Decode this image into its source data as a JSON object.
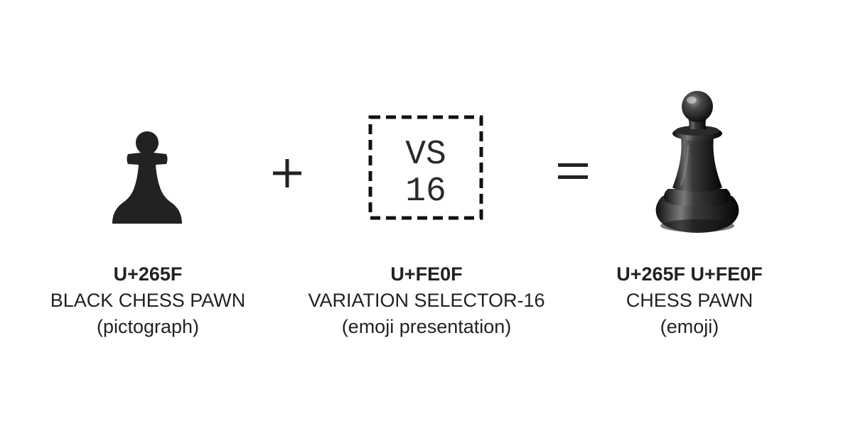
{
  "pictograph": {
    "code": "U+265F",
    "name": "BLACK CHESS PAWN",
    "note": "(pictograph)",
    "icon": "chess-pawn-pictograph-icon"
  },
  "operator_plus": "+",
  "selector": {
    "code": "U+FE0F",
    "name": "VARIATION SELECTOR-16",
    "note": "(emoji presentation)",
    "box_line1": "VS",
    "box_line2": "16"
  },
  "operator_equals": "=",
  "emoji": {
    "code": "U+265F U+FE0F",
    "name": "CHESS PAWN",
    "note": "(emoji)",
    "icon": "chess-pawn-emoji-icon"
  },
  "colors": {
    "text": "#222222",
    "glyph": "#222222",
    "background": "#ffffff"
  }
}
